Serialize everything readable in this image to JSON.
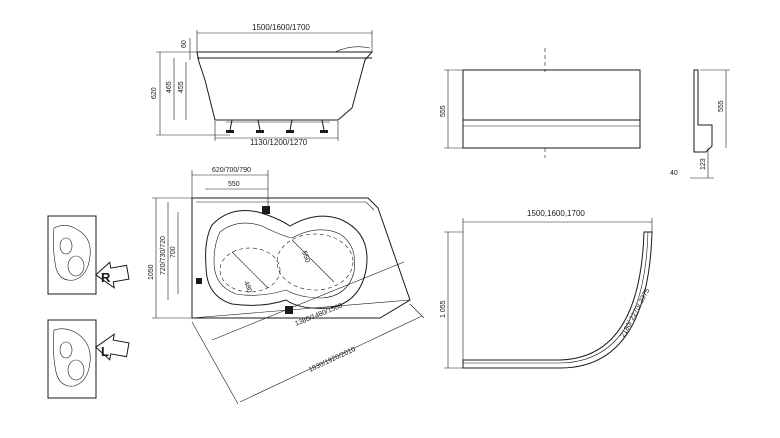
{
  "side_view": {
    "width_label": "1500/1600/1700",
    "rim_label": "60",
    "height_label": "620",
    "inner_label_a": "465",
    "inner_label_b": "455",
    "base_label": "1130/1200/1270"
  },
  "panel_front": {
    "height_label": "555"
  },
  "panel_side": {
    "height_label": "555",
    "depth_label": "40",
    "foot_label": "123"
  },
  "plan_view": {
    "top_label_a": "620/700/790",
    "top_label_b": "550",
    "left_label_a": "720/730/720",
    "left_label_b": "700",
    "depth_label": "1050",
    "inner_diag_a": "480",
    "inner_diag_b": "550",
    "long_diag_a": "1380/1480/1580",
    "long_diag_b": "1830/1920/2010"
  },
  "panel_plan": {
    "width_label": "1500,1600,1700",
    "depth_label": "1 055",
    "arc_label": "2180/ 2270/ 2375"
  },
  "variants": [
    {
      "letter": "R"
    },
    {
      "letter": "L"
    }
  ]
}
